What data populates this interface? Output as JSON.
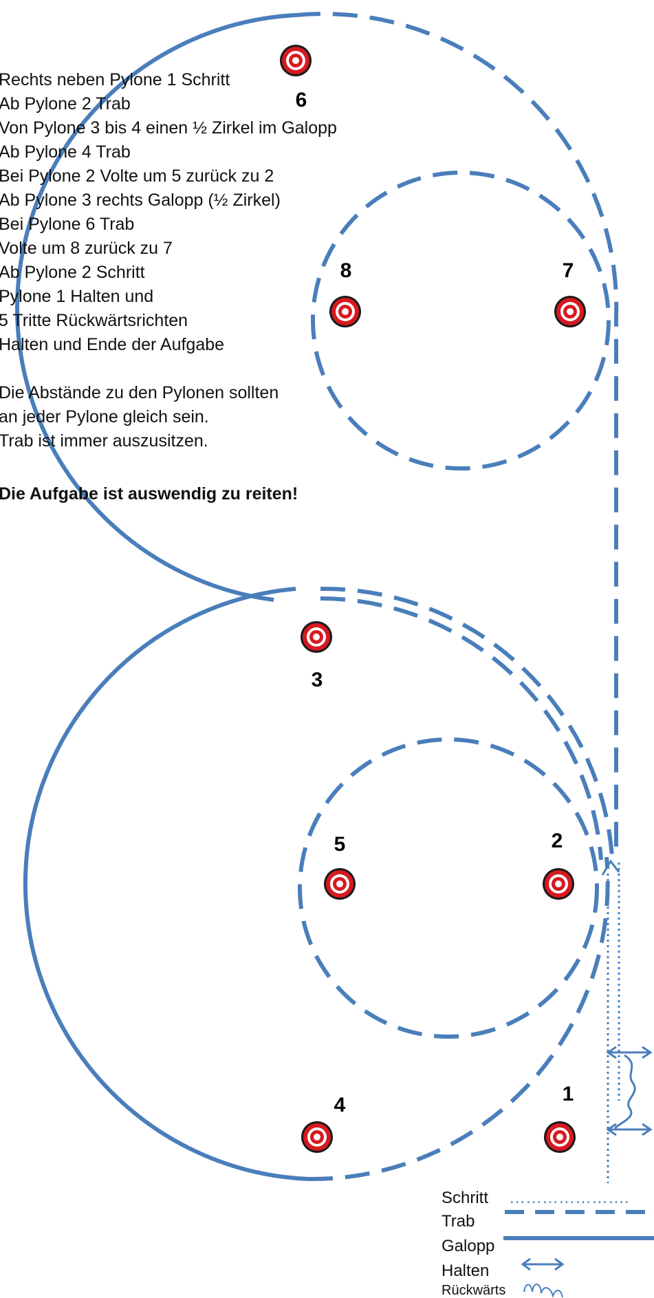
{
  "instructions": [
    "Rechts  neben Pylone 1 Schritt",
    "Ab Pylone 2  Trab",
    "Von Pylone 3 bis 4  einen ½  Zirkel im Galopp",
    "Ab Pylone  4 Trab",
    "Bei Pylone 2 Volte um 5 zurück zu 2",
    "Ab Pylone 3 rechts Galopp (½ Zirkel)",
    "Bei Pylone 6 Trab",
    "Volte um 8 zurück zu 7",
    "Ab Pylone  2 Schritt",
    "Pylone 1 Halten und",
    "5 Tritte Rückwärtsrichten",
    "Halten  und Ende der Aufgabe"
  ],
  "notes": [
    "Die Abstände zu den Pylonen sollten",
    "an jeder Pylone gleich sein.",
    "Trab ist immer auszusitzen."
  ],
  "emphasis": "Die Aufgabe ist auswendig zu reiten!",
  "cones": [
    {
      "label": "1"
    },
    {
      "label": "2"
    },
    {
      "label": "3"
    },
    {
      "label": "4"
    },
    {
      "label": "5"
    },
    {
      "label": "6"
    },
    {
      "label": "7"
    },
    {
      "label": "8"
    }
  ],
  "legend": {
    "schritt": "Schritt",
    "schritt_dots": "………………….",
    "trab": "Trab",
    "galopp": "Galopp",
    "halten": "Halten",
    "rueckwaerts": "Rückwärts"
  },
  "colors": {
    "path": "#4a7ebb",
    "cone_red": "#d71920",
    "cone_ring": "#ffffff",
    "cone_outline": "#1a1a1a"
  }
}
